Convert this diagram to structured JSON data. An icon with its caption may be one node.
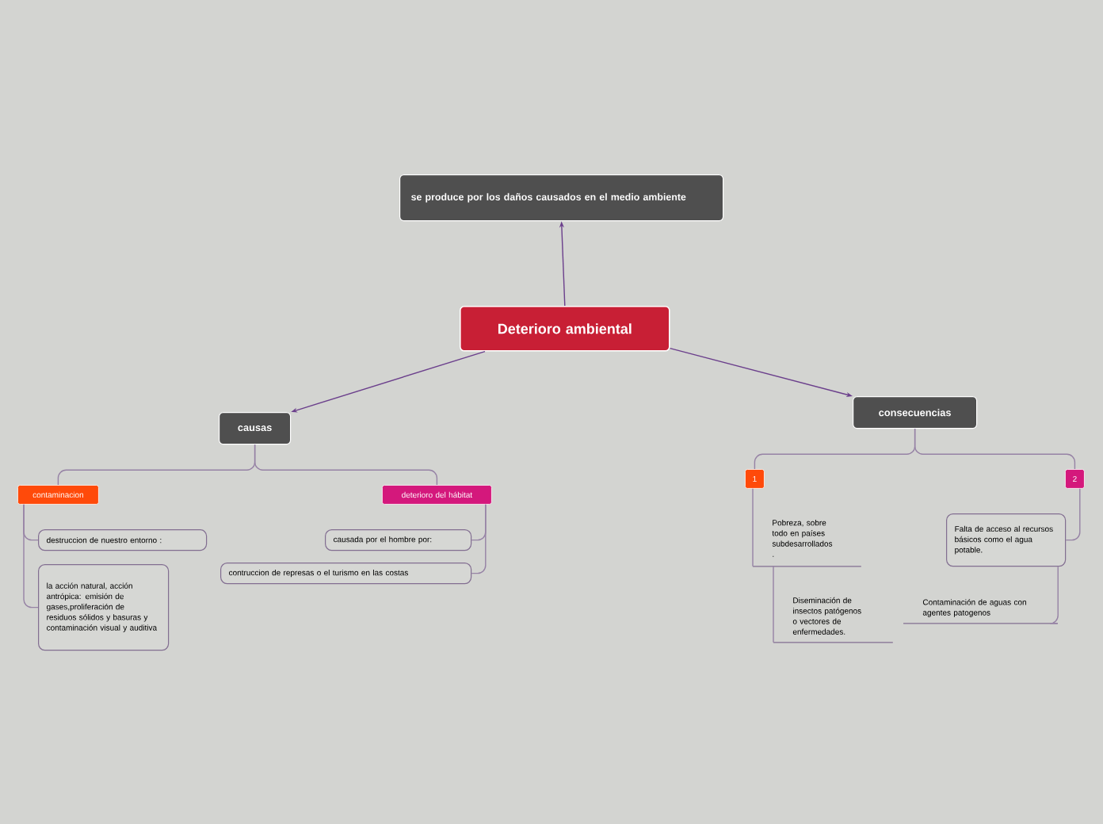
{
  "diagram": {
    "nodes": [
      {
        "text": [
          "Deterioro ambiental"
        ]
      },
      {
        "text": [
          "se produce por los daños causados en el medio ambiente"
        ]
      },
      {
        "text": [
          "causas"
        ]
      },
      {
        "text": [
          "consecuencias"
        ]
      },
      {
        "text": [
          "contaminacion"
        ]
      },
      {
        "text": [
          "deterioro del hábitat"
        ]
      },
      {
        "text": [
          "destruccion de nuestro entorno :"
        ]
      },
      {
        "text": [
          "la acción natural, acción antrópica: emisión de gases,proliferación de residuos sólidos y basuras y contaminación visual y auditiva"
        ]
      },
      {
        "text": [
          "causada por el hombre por:"
        ]
      },
      {
        "text": [
          "contruccion de represas o el turismo en las costas"
        ]
      },
      {
        "text": [
          "1"
        ]
      },
      {
        "text": [
          "2"
        ]
      },
      {
        "text": [
          "Pobreza, sobre todo en países subdesarrollados ."
        ]
      },
      {
        "text": [
          "Falta de acceso al recursos básicos como el agua potable."
        ]
      },
      {
        "text": [
          "Diseminación de insectos patógenos o vectores de enfermedades."
        ]
      },
      {
        "text": [
          "Contaminación de aguas con agentes patogenos"
        ]
      }
    ],
    "edges": [
      {
        "from": 0,
        "to": 1,
        "arrow": "to",
        "color": "#6b3f8c"
      },
      {
        "from": 0,
        "to": 2,
        "arrow": "to",
        "color": "#6b3f8c"
      },
      {
        "from": 0,
        "to": 3,
        "arrow": "to",
        "color": "#6b3f8c"
      },
      {
        "from": 2,
        "to": 4,
        "arrow": "none"
      },
      {
        "from": 2,
        "to": 5,
        "arrow": "none"
      },
      {
        "from": 4,
        "to": 6,
        "arrow": "none"
      },
      {
        "from": 4,
        "to": 7,
        "arrow": "none"
      },
      {
        "from": 5,
        "to": 8,
        "arrow": "none"
      },
      {
        "from": 5,
        "to": 9,
        "arrow": "none"
      },
      {
        "from": 3,
        "to": 10,
        "arrow": "none"
      },
      {
        "from": 3,
        "to": 11,
        "arrow": "none"
      },
      {
        "from": 10,
        "to": 12,
        "arrow": "none"
      },
      {
        "from": 11,
        "to": 13,
        "arrow": "none"
      },
      {
        "from": 12,
        "to": 14,
        "arrow": "none"
      },
      {
        "from": 13,
        "to": 15,
        "arrow": "none"
      }
    ]
  }
}
